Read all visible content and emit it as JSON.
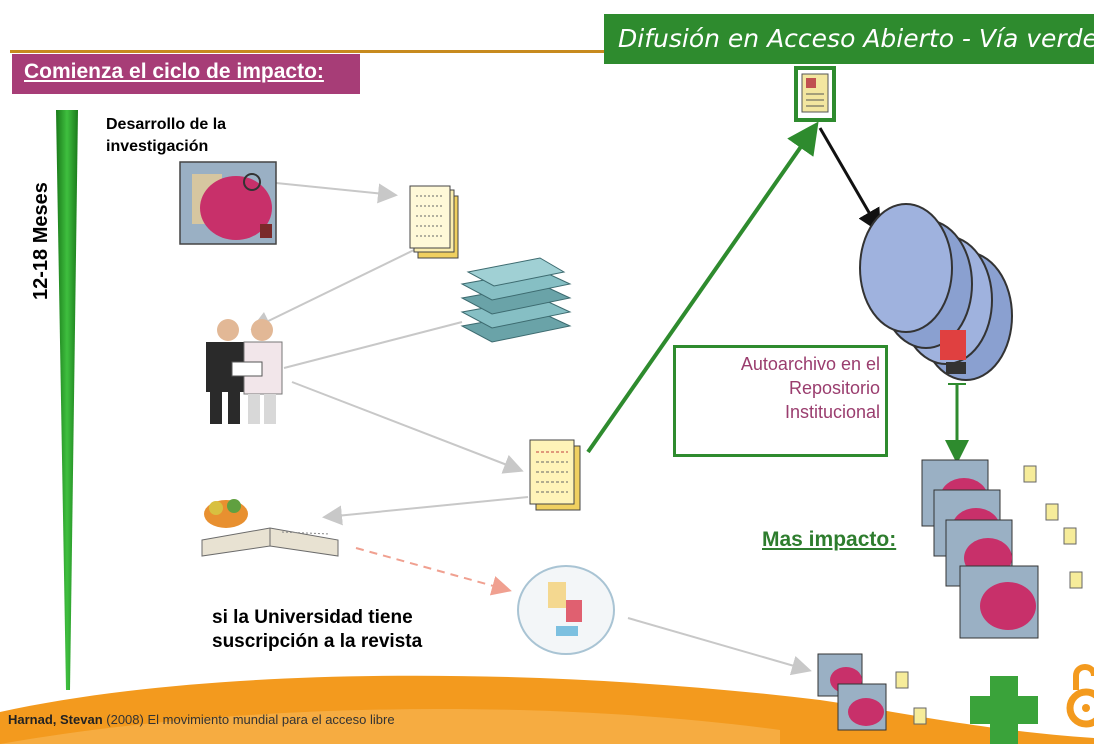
{
  "header": {
    "title": "Difusión en Acceso Abierto - Vía verde",
    "cycle_label": "Comienza el ciclo de impacto:"
  },
  "timeline": {
    "label": "12-18 Meses"
  },
  "steps": {
    "research_label": "Desarrollo de la investigación",
    "subscription_label": "si la Universidad tiene suscripción a la revista",
    "self_archive_label": "Autoarchivo en el Repositorio Institucional",
    "more_impact_label": "Mas impacto:"
  },
  "citation": {
    "author": "Harnad, Stevan",
    "rest": " (2008) El movimiento mundial para el acceso libre"
  },
  "colors": {
    "green": "#2e8b2e",
    "magenta": "#a73d77",
    "orange": "#f39a1e",
    "text_magenta": "#9a3d6e"
  }
}
